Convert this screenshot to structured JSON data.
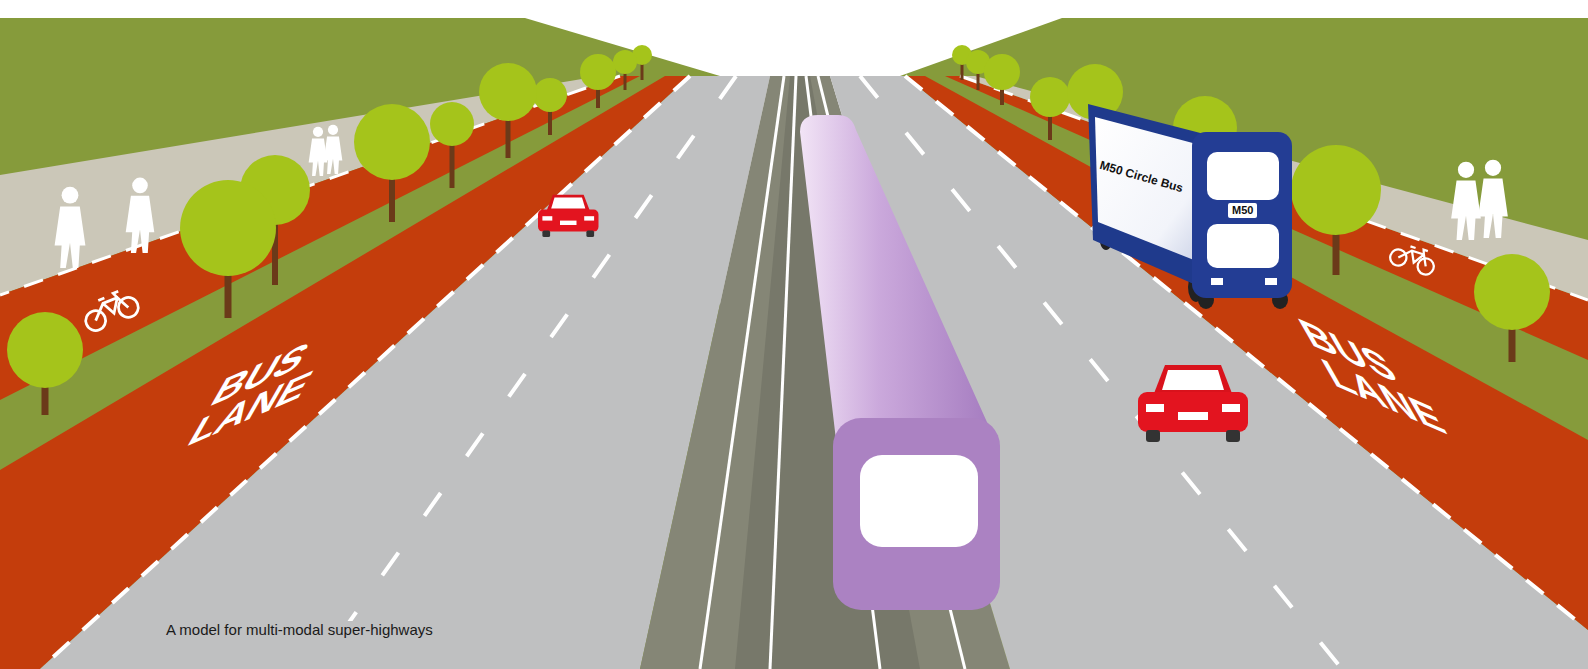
{
  "diagram": {
    "caption": "A model for multi-modal super-highways",
    "labels": [
      "BUS LANE",
      "M50 Circle Bus",
      "M50",
      "BUS LANE"
    ]
  }
}
